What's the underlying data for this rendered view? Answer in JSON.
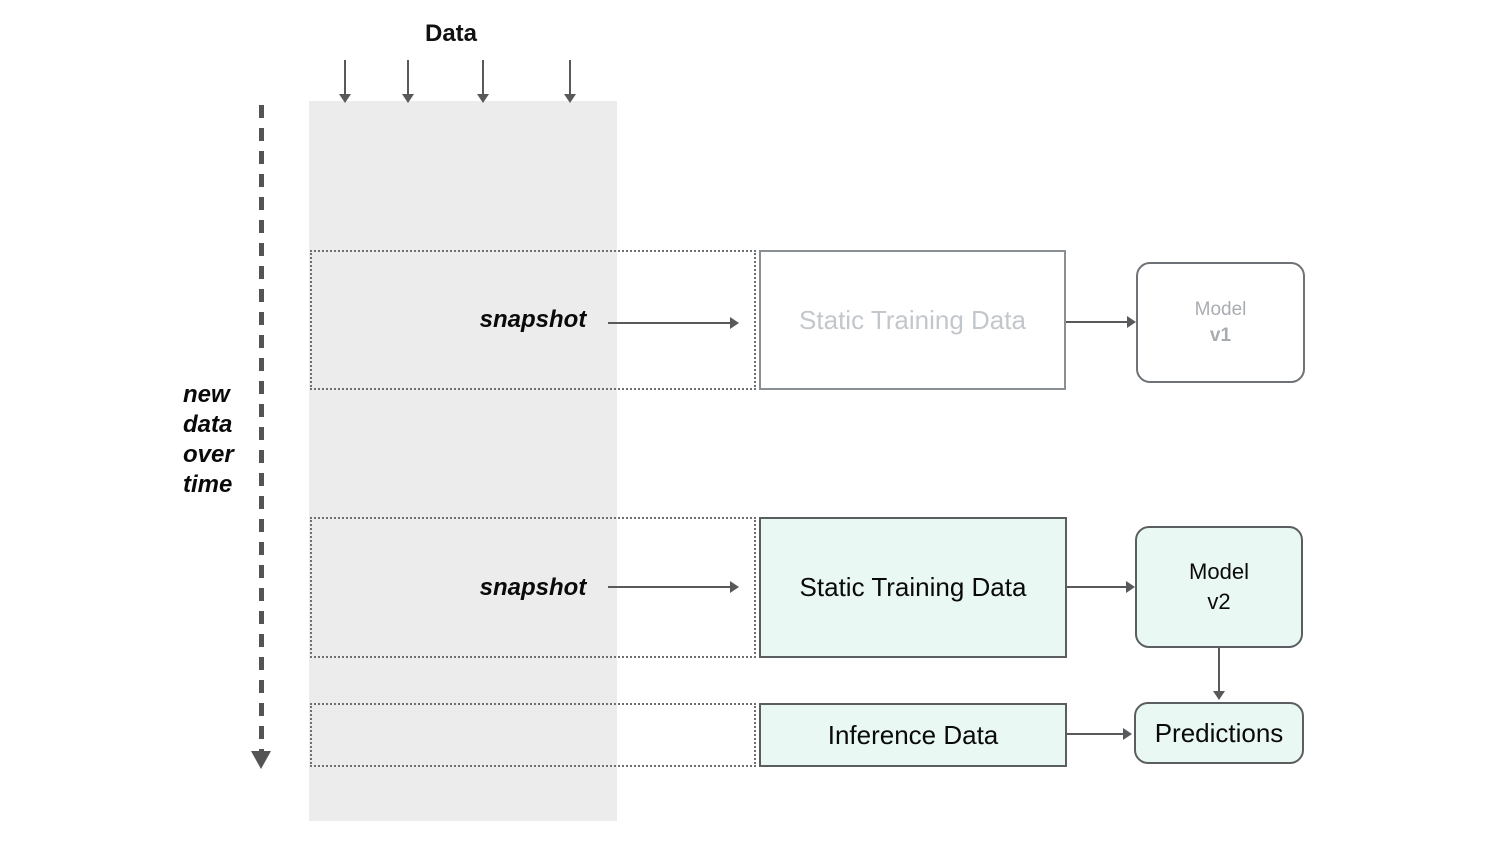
{
  "title": "Data",
  "timeline_label": "new\ndata\nover\ntime",
  "rows": [
    {
      "snapshot_label": "snapshot",
      "data_box_label": "Static Training Data",
      "model_line1": "Model",
      "model_line2": "v1",
      "state": "stale"
    },
    {
      "snapshot_label": "snapshot",
      "data_box_label": "Static Training Data",
      "model_line1": "Model",
      "model_line2": "v2",
      "state": "fresh"
    },
    {
      "data_box_label": "Inference Data",
      "output_label": "Predictions",
      "state": "fresh"
    }
  ],
  "colors": {
    "mint_fill": "#e9f8f2",
    "band_gray": "#ececec",
    "muted_text": "#c3c7cb",
    "muted_border": "#8a8f94",
    "dark_border": "#5a5e61",
    "arrow": "#58595b",
    "dotted_border": "#6f6f6f"
  }
}
